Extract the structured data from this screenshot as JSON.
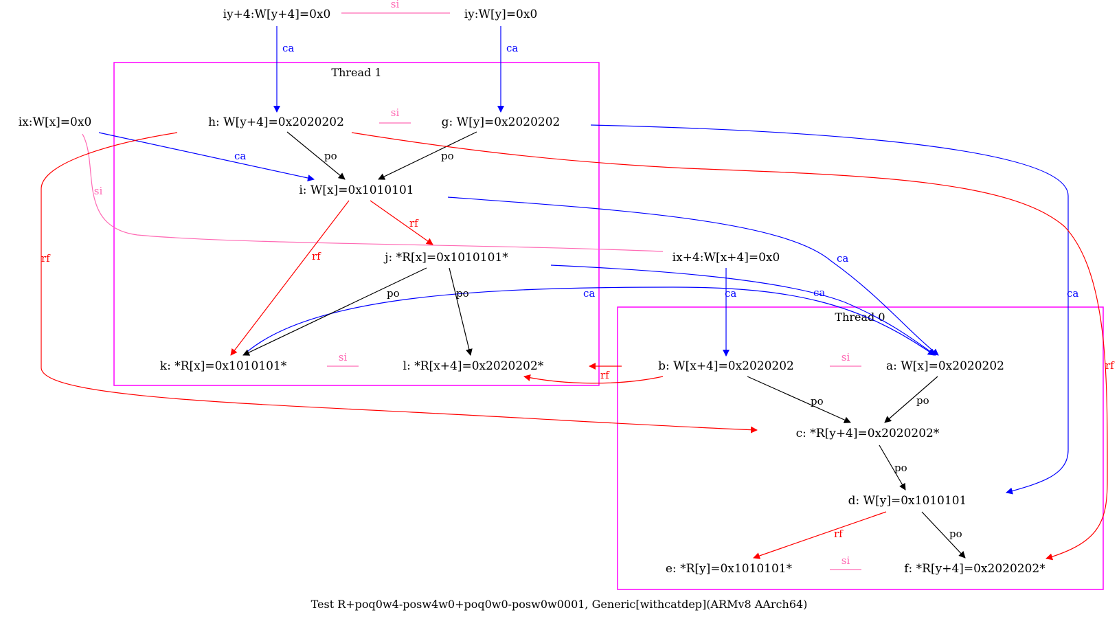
{
  "colors": {
    "po": "#000000",
    "ca": "#0000ff",
    "rf": "#ff0000",
    "si": "#ff69b4",
    "cluster": "#ff00ff"
  },
  "clusters": {
    "thread1": "Thread 1",
    "thread0": "Thread 0"
  },
  "nodes": {
    "iy4": "iy+4:W[y+4]=0x0",
    "iy": "iy:W[y]=0x0",
    "ix": "ix:W[x]=0x0",
    "h": "h: W[y+4]=0x2020202",
    "g": "g: W[y]=0x2020202",
    "i": "i: W[x]=0x1010101",
    "j": "j: *R[x]=0x1010101*",
    "ix4": "ix+4:W[x+4]=0x0",
    "k": "k: *R[x]=0x1010101*",
    "l": "l: *R[x+4]=0x2020202*",
    "b": "b: W[x+4]=0x2020202",
    "a": "a: W[x]=0x2020202",
    "c": "c: *R[y+4]=0x2020202*",
    "d": "d: W[y]=0x1010101",
    "e": "e: *R[y]=0x1010101*",
    "f": "f: *R[y+4]=0x2020202*"
  },
  "edge_labels": {
    "po": "po",
    "ca": "ca",
    "rf": "rf",
    "si": "si"
  },
  "caption": "Test R+poq0w4-posw4w0+poq0w0-posw0w0001, Generic[withcatdep](ARMv8 AArch64)"
}
